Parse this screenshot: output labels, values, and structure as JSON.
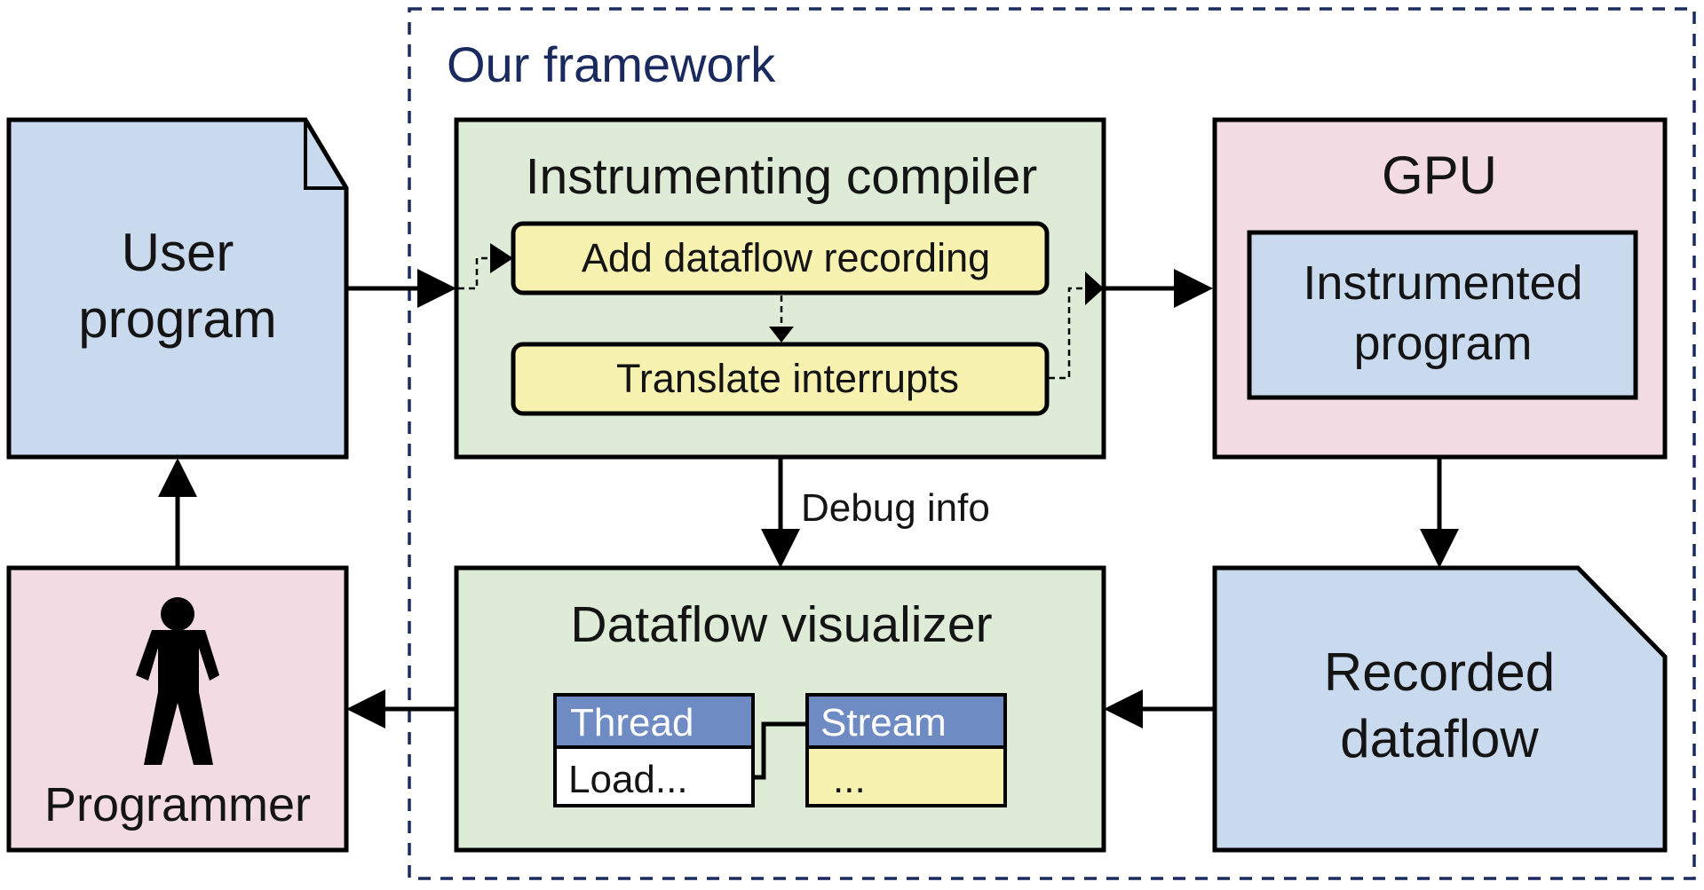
{
  "framework": {
    "title": "Our framework"
  },
  "nodes": {
    "user_program": {
      "lines": [
        "User",
        "program"
      ]
    },
    "compiler": {
      "title": "Instrumenting compiler",
      "steps": [
        "Add dataflow recording",
        "Translate interrupts"
      ]
    },
    "gpu": {
      "title": "GPU",
      "inner_lines": [
        "Instrumented",
        "program"
      ]
    },
    "programmer": {
      "label": "Programmer"
    },
    "visualizer": {
      "title": "Dataflow visualizer",
      "thread_table": {
        "header": "Thread",
        "row": "Load..."
      },
      "stream_table": {
        "header": "Stream",
        "row": "..."
      }
    },
    "recorded": {
      "lines": [
        "Recorded",
        "dataflow"
      ]
    }
  },
  "edges": {
    "debug_info_label": "Debug info"
  },
  "colors": {
    "blue_fill": "#c9d9ee",
    "green_fill": "#deebd7",
    "pink_fill": "#f2dbe3",
    "yellow_fill": "#f8f2b0",
    "table_header": "#6f8bc4",
    "frame_dash": "#1a2a5e"
  }
}
